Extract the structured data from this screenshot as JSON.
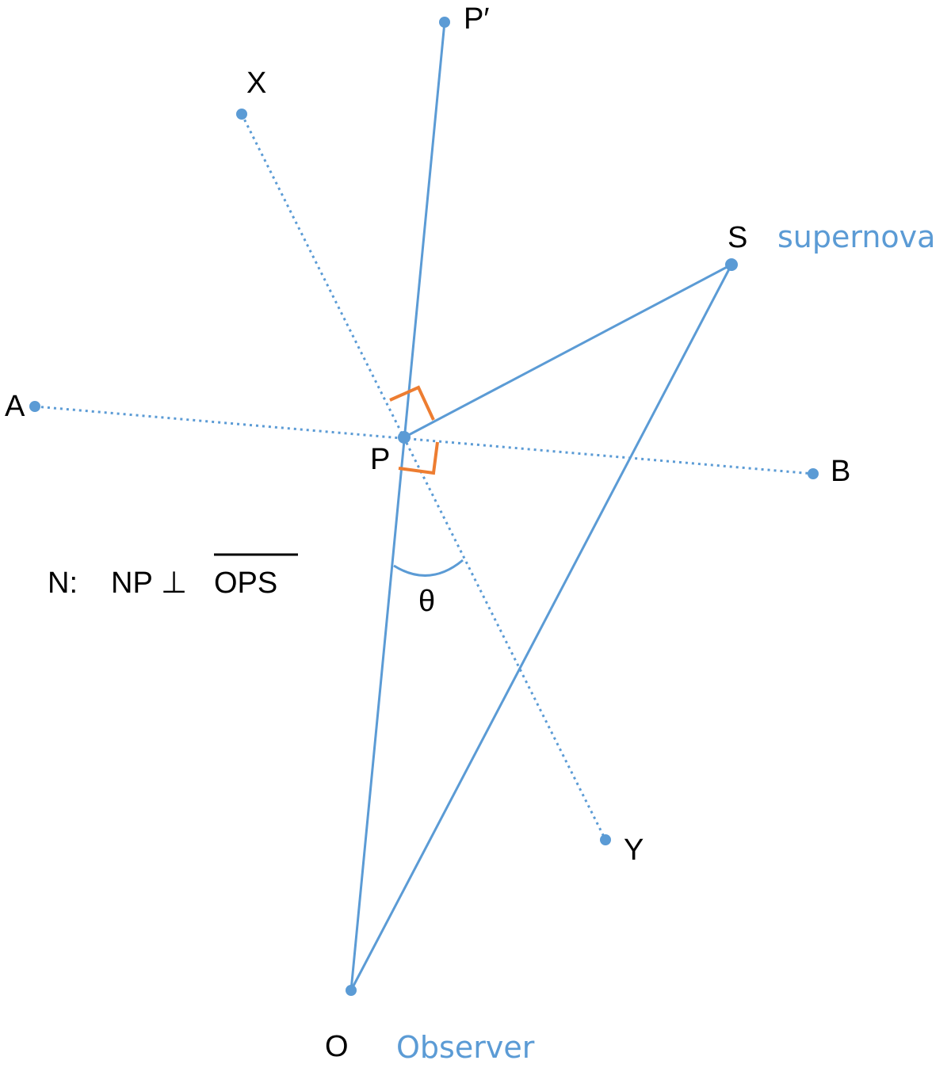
{
  "colors": {
    "line": "#5b9bd5",
    "right_angle_marker": "#ed7d31",
    "text": "#000000",
    "annotation": "#5b9bd5"
  },
  "points": {
    "P_prime": "P′",
    "X": "X",
    "S": "S",
    "A": "A",
    "P": "P",
    "B": "B",
    "Y": "Y",
    "O": "O"
  },
  "annotations": {
    "supernova": "supernova",
    "observer": "Observer",
    "theta": "θ"
  },
  "equation": {
    "prefix": "N:",
    "np": "NP",
    "perp": "⊥",
    "plane": "OPS"
  }
}
